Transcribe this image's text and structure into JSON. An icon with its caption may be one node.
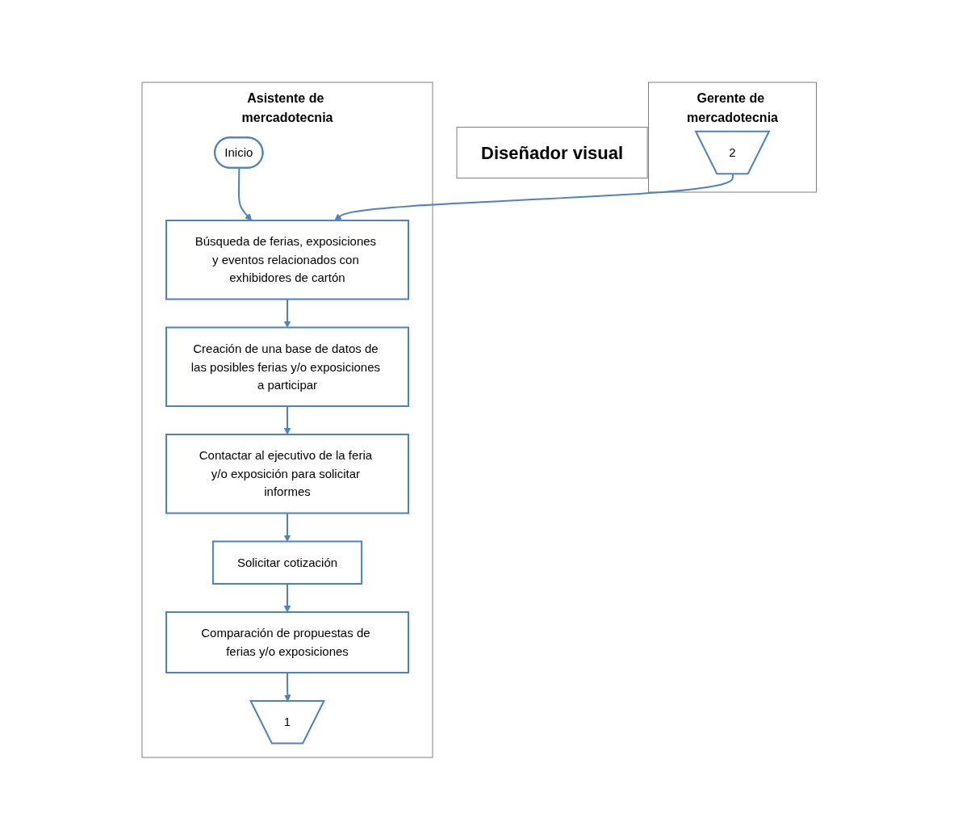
{
  "diagram": {
    "nodes": [
      {
        "text": [
          "Asistente de mercadotecnia"
        ]
      },
      {
        "text": [
          "Gerente de mercadotecnia"
        ]
      },
      {
        "text": [
          "Diseñador visual"
        ]
      },
      {
        "text": [
          "Inicio"
        ],
        "in": 0
      },
      {
        "text": [
          "Búsqueda de ferias, exposiciones y eventos relacionados con exhibidores de cartón"
        ],
        "in": 0
      },
      {
        "text": [
          "Creación de una base de datos de las posibles ferias y/o exposiciones a participar"
        ],
        "in": 0
      },
      {
        "text": [
          "Contactar al ejecutivo de la feria y/o exposición para solicitar informes"
        ],
        "in": 0
      },
      {
        "text": [
          "Solicitar cotización"
        ],
        "in": 0
      },
      {
        "text": [
          "Comparación de propuestas de ferias y/o exposiciones"
        ],
        "in": 0
      },
      {
        "text": [
          "1"
        ],
        "in": 0
      },
      {
        "text": [
          "2"
        ],
        "in": 1
      }
    ],
    "edges": [
      {
        "from": 3,
        "to": 4,
        "arrow": "to"
      },
      {
        "from": 4,
        "to": 5,
        "arrow": "to"
      },
      {
        "from": 5,
        "to": 6,
        "arrow": "to"
      },
      {
        "from": 6,
        "to": 7,
        "arrow": "to"
      },
      {
        "from": 7,
        "to": 8,
        "arrow": "to"
      },
      {
        "from": 8,
        "to": 9,
        "arrow": "to"
      },
      {
        "from": 10,
        "to": 4,
        "arrow": "to"
      }
    ]
  }
}
